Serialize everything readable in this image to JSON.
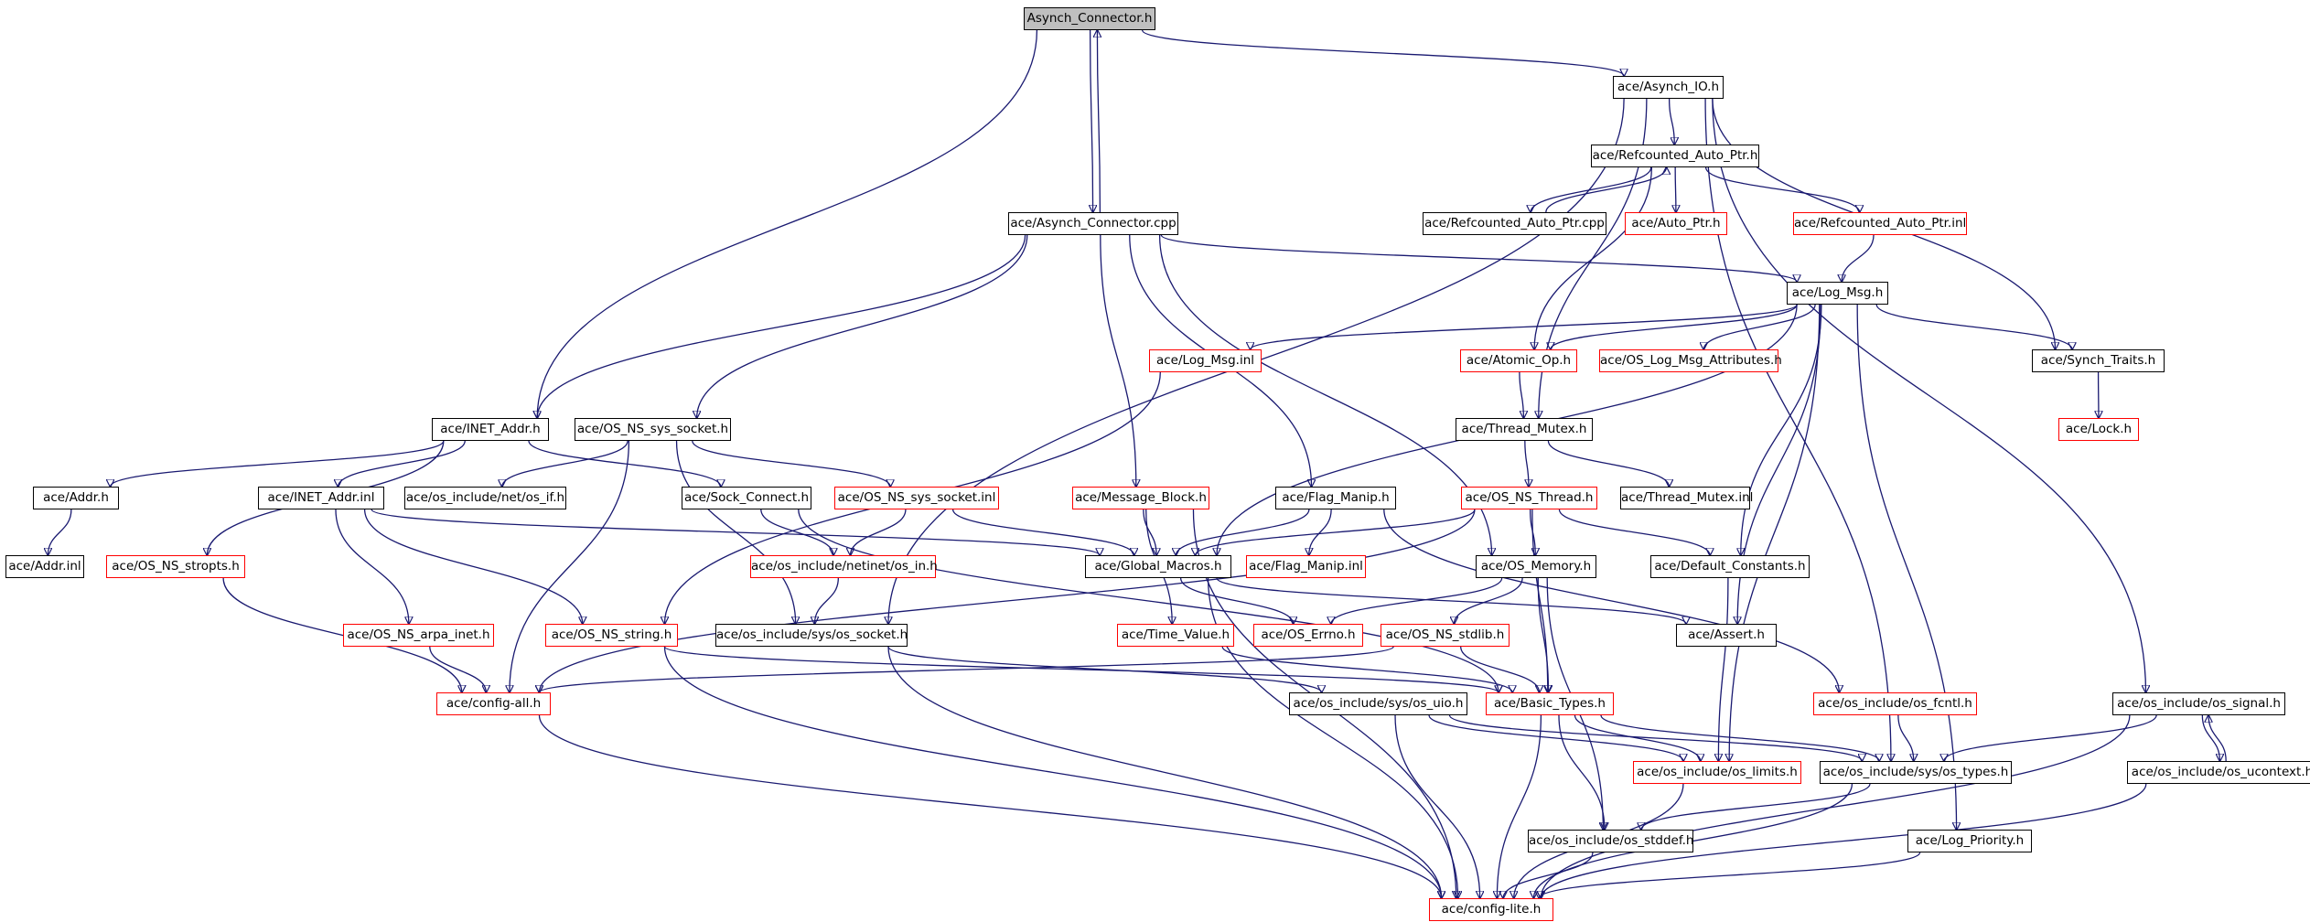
{
  "diagram": {
    "edge_color": "#191970",
    "node_border_normal": "#000000",
    "node_border_external": "#ff0000",
    "root_fill": "#bfbfbf",
    "nodes": [
      {
        "id": "asynch_connector_h",
        "label": "Asynch_Connector.h",
        "style": "root"
      },
      {
        "id": "asynch_io_h",
        "label": "ace/Asynch_IO.h",
        "style": "normal"
      },
      {
        "id": "asynch_connector_cpp",
        "label": "ace/Asynch_Connector.cpp",
        "style": "normal"
      },
      {
        "id": "refcounted_auto_ptr_h",
        "label": "ace/Refcounted_Auto_Ptr.h",
        "style": "normal"
      },
      {
        "id": "refcounted_auto_ptr_cpp",
        "label": "ace/Refcounted_Auto_Ptr.cpp",
        "style": "normal"
      },
      {
        "id": "auto_ptr_h",
        "label": "ace/Auto_Ptr.h",
        "style": "red"
      },
      {
        "id": "refcounted_auto_ptr_inl",
        "label": "ace/Refcounted_Auto_Ptr.inl",
        "style": "red"
      },
      {
        "id": "log_msg_h",
        "label": "ace/Log_Msg.h",
        "style": "normal"
      },
      {
        "id": "log_msg_inl",
        "label": "ace/Log_Msg.inl",
        "style": "red"
      },
      {
        "id": "atomic_op_h",
        "label": "ace/Atomic_Op.h",
        "style": "red"
      },
      {
        "id": "os_log_msg_attributes_h",
        "label": "ace/OS_Log_Msg_Attributes.h",
        "style": "red"
      },
      {
        "id": "synch_traits_h",
        "label": "ace/Synch_Traits.h",
        "style": "normal"
      },
      {
        "id": "lock_h",
        "label": "ace/Lock.h",
        "style": "red"
      },
      {
        "id": "inet_addr_h",
        "label": "ace/INET_Addr.h",
        "style": "normal"
      },
      {
        "id": "os_ns_sys_socket_h",
        "label": "ace/OS_NS_sys_socket.h",
        "style": "normal"
      },
      {
        "id": "thread_mutex_h",
        "label": "ace/Thread_Mutex.h",
        "style": "normal"
      },
      {
        "id": "addr_h",
        "label": "ace/Addr.h",
        "style": "normal"
      },
      {
        "id": "inet_addr_inl",
        "label": "ace/INET_Addr.inl",
        "style": "normal"
      },
      {
        "id": "os_if_h",
        "label": "ace/os_include/net/os_if.h",
        "style": "normal"
      },
      {
        "id": "sock_connect_h",
        "label": "ace/Sock_Connect.h",
        "style": "normal"
      },
      {
        "id": "os_ns_sys_socket_inl",
        "label": "ace/OS_NS_sys_socket.inl",
        "style": "red"
      },
      {
        "id": "message_block_h",
        "label": "ace/Message_Block.h",
        "style": "red"
      },
      {
        "id": "flag_manip_h",
        "label": "ace/Flag_Manip.h",
        "style": "normal"
      },
      {
        "id": "os_ns_thread_h",
        "label": "ace/OS_NS_Thread.h",
        "style": "red"
      },
      {
        "id": "thread_mutex_inl",
        "label": "ace/Thread_Mutex.inl",
        "style": "normal"
      },
      {
        "id": "addr_inl",
        "label": "ace/Addr.inl",
        "style": "normal"
      },
      {
        "id": "os_ns_stropts_h",
        "label": "ace/OS_NS_stropts.h",
        "style": "red"
      },
      {
        "id": "os_in_h",
        "label": "ace/os_include/netinet/os_in.h",
        "style": "red"
      },
      {
        "id": "global_macros_h",
        "label": "ace/Global_Macros.h",
        "style": "normal"
      },
      {
        "id": "flag_manip_inl",
        "label": "ace/Flag_Manip.inl",
        "style": "red"
      },
      {
        "id": "os_memory_h",
        "label": "ace/OS_Memory.h",
        "style": "normal"
      },
      {
        "id": "default_constants_h",
        "label": "ace/Default_Constants.h",
        "style": "normal"
      },
      {
        "id": "os_ns_arpa_inet_h",
        "label": "ace/OS_NS_arpa_inet.h",
        "style": "red"
      },
      {
        "id": "os_ns_string_h",
        "label": "ace/OS_NS_string.h",
        "style": "red"
      },
      {
        "id": "os_socket_h",
        "label": "ace/os_include/sys/os_socket.h",
        "style": "normal"
      },
      {
        "id": "time_value_h",
        "label": "ace/Time_Value.h",
        "style": "red"
      },
      {
        "id": "os_errno_h",
        "label": "ace/OS_Errno.h",
        "style": "red"
      },
      {
        "id": "os_ns_stdlib_h",
        "label": "ace/OS_NS_stdlib.h",
        "style": "red"
      },
      {
        "id": "assert_h",
        "label": "ace/Assert.h",
        "style": "normal"
      },
      {
        "id": "os_fcntl_h",
        "label": "ace/os_include/os_fcntl.h",
        "style": "red"
      },
      {
        "id": "config_all_h",
        "label": "ace/config-all.h",
        "style": "red"
      },
      {
        "id": "os_uio_h",
        "label": "ace/os_include/sys/os_uio.h",
        "style": "normal"
      },
      {
        "id": "basic_types_h",
        "label": "ace/Basic_Types.h",
        "style": "red"
      },
      {
        "id": "os_signal_h",
        "label": "ace/os_include/os_signal.h",
        "style": "normal"
      },
      {
        "id": "os_limits_h",
        "label": "ace/os_include/os_limits.h",
        "style": "red"
      },
      {
        "id": "os_types_h",
        "label": "ace/os_include/sys/os_types.h",
        "style": "normal"
      },
      {
        "id": "os_ucontext_h",
        "label": "ace/os_include/os_ucontext.h",
        "style": "normal"
      },
      {
        "id": "os_stddef_h",
        "label": "ace/os_include/os_stddef.h",
        "style": "normal"
      },
      {
        "id": "log_priority_h",
        "label": "ace/Log_Priority.h",
        "style": "normal"
      },
      {
        "id": "config_lite_h",
        "label": "ace/config-lite.h",
        "style": "red"
      }
    ],
    "edges": [
      [
        "asynch_connector_h",
        "asynch_io_h"
      ],
      [
        "asynch_connector_h",
        "asynch_connector_cpp"
      ],
      [
        "asynch_connector_cpp",
        "asynch_connector_h"
      ],
      [
        "asynch_connector_h",
        "inet_addr_h"
      ],
      [
        "asynch_io_h",
        "refcounted_auto_ptr_h"
      ],
      [
        "asynch_io_h",
        "synch_traits_h"
      ],
      [
        "asynch_io_h",
        "os_signal_h"
      ],
      [
        "asynch_io_h",
        "thread_mutex_h"
      ],
      [
        "asynch_io_h",
        "os_socket_h"
      ],
      [
        "asynch_io_h",
        "os_types_h"
      ],
      [
        "refcounted_auto_ptr_h",
        "refcounted_auto_ptr_cpp"
      ],
      [
        "refcounted_auto_ptr_cpp",
        "refcounted_auto_ptr_h"
      ],
      [
        "refcounted_auto_ptr_h",
        "auto_ptr_h"
      ],
      [
        "refcounted_auto_ptr_h",
        "refcounted_auto_ptr_inl"
      ],
      [
        "refcounted_auto_ptr_h",
        "atomic_op_h"
      ],
      [
        "refcounted_auto_ptr_inl",
        "log_msg_h"
      ],
      [
        "asynch_connector_cpp",
        "log_msg_h"
      ],
      [
        "asynch_connector_cpp",
        "inet_addr_h"
      ],
      [
        "asynch_connector_cpp",
        "os_ns_sys_socket_h"
      ],
      [
        "asynch_connector_cpp",
        "message_block_h"
      ],
      [
        "asynch_connector_cpp",
        "flag_manip_h"
      ],
      [
        "asynch_connector_cpp",
        "os_memory_h"
      ],
      [
        "log_msg_h",
        "log_msg_inl"
      ],
      [
        "log_msg_h",
        "atomic_op_h"
      ],
      [
        "log_msg_h",
        "os_log_msg_attributes_h"
      ],
      [
        "log_msg_h",
        "synch_traits_h"
      ],
      [
        "log_msg_h",
        "global_macros_h"
      ],
      [
        "log_msg_h",
        "default_constants_h"
      ],
      [
        "log_msg_h",
        "assert_h"
      ],
      [
        "log_msg_h",
        "os_limits_h"
      ],
      [
        "log_msg_h",
        "log_priority_h"
      ],
      [
        "log_msg_inl",
        "os_ns_string_h"
      ],
      [
        "synch_traits_h",
        "lock_h"
      ],
      [
        "atomic_op_h",
        "thread_mutex_h"
      ],
      [
        "thread_mutex_h",
        "os_ns_thread_h"
      ],
      [
        "thread_mutex_h",
        "thread_mutex_inl"
      ],
      [
        "inet_addr_h",
        "addr_h"
      ],
      [
        "inet_addr_h",
        "inet_addr_inl"
      ],
      [
        "inet_addr_h",
        "sock_connect_h"
      ],
      [
        "inet_addr_h",
        "os_ns_stropts_h"
      ],
      [
        "os_ns_sys_socket_h",
        "os_if_h"
      ],
      [
        "os_ns_sys_socket_h",
        "os_ns_sys_socket_inl"
      ],
      [
        "os_ns_sys_socket_h",
        "os_socket_h"
      ],
      [
        "os_ns_sys_socket_h",
        "config_all_h"
      ],
      [
        "addr_h",
        "addr_inl"
      ],
      [
        "inet_addr_inl",
        "global_macros_h"
      ],
      [
        "inet_addr_inl",
        "os_ns_arpa_inet_h"
      ],
      [
        "inet_addr_inl",
        "os_ns_string_h"
      ],
      [
        "sock_connect_h",
        "os_in_h"
      ],
      [
        "sock_connect_h",
        "basic_types_h"
      ],
      [
        "os_ns_sys_socket_inl",
        "os_in_h"
      ],
      [
        "os_ns_sys_socket_inl",
        "global_macros_h"
      ],
      [
        "message_block_h",
        "global_macros_h"
      ],
      [
        "message_block_h",
        "time_value_h"
      ],
      [
        "message_block_h",
        "config_lite_h"
      ],
      [
        "flag_manip_h",
        "global_macros_h"
      ],
      [
        "flag_manip_h",
        "flag_manip_inl"
      ],
      [
        "flag_manip_h",
        "os_fcntl_h"
      ],
      [
        "os_ns_thread_h",
        "global_macros_h"
      ],
      [
        "os_ns_thread_h",
        "os_memory_h"
      ],
      [
        "os_ns_thread_h",
        "default_constants_h"
      ],
      [
        "os_ns_thread_h",
        "basic_types_h"
      ],
      [
        "os_ns_thread_h",
        "config_all_h"
      ],
      [
        "os_in_h",
        "os_socket_h"
      ],
      [
        "global_macros_h",
        "os_errno_h"
      ],
      [
        "global_macros_h",
        "assert_h"
      ],
      [
        "global_macros_h",
        "config_lite_h"
      ],
      [
        "os_memory_h",
        "os_errno_h"
      ],
      [
        "os_memory_h",
        "os_ns_stdlib_h"
      ],
      [
        "os_memory_h",
        "basic_types_h"
      ],
      [
        "os_memory_h",
        "os_stddef_h"
      ],
      [
        "default_constants_h",
        "os_limits_h"
      ],
      [
        "os_ns_arpa_inet_h",
        "config_all_h"
      ],
      [
        "os_ns_stropts_h",
        "config_all_h"
      ],
      [
        "os_ns_string_h",
        "basic_types_h"
      ],
      [
        "os_ns_string_h",
        "config_lite_h"
      ],
      [
        "os_socket_h",
        "os_uio_h"
      ],
      [
        "os_socket_h",
        "config_lite_h"
      ],
      [
        "time_value_h",
        "basic_types_h"
      ],
      [
        "os_ns_stdlib_h",
        "basic_types_h"
      ],
      [
        "os_ns_stdlib_h",
        "config_all_h"
      ],
      [
        "os_fcntl_h",
        "os_types_h"
      ],
      [
        "config_all_h",
        "config_lite_h"
      ],
      [
        "os_uio_h",
        "os_types_h"
      ],
      [
        "os_uio_h",
        "os_limits_h"
      ],
      [
        "os_uio_h",
        "config_lite_h"
      ],
      [
        "basic_types_h",
        "os_limits_h"
      ],
      [
        "basic_types_h",
        "os_types_h"
      ],
      [
        "basic_types_h",
        "os_stddef_h"
      ],
      [
        "basic_types_h",
        "config_lite_h"
      ],
      [
        "os_signal_h",
        "os_types_h"
      ],
      [
        "os_signal_h",
        "os_ucontext_h"
      ],
      [
        "os_ucontext_h",
        "os_signal_h"
      ],
      [
        "os_signal_h",
        "config_lite_h"
      ],
      [
        "os_ucontext_h",
        "config_lite_h"
      ],
      [
        "os_limits_h",
        "config_lite_h"
      ],
      [
        "os_types_h",
        "os_stddef_h"
      ],
      [
        "os_types_h",
        "config_lite_h"
      ],
      [
        "os_stddef_h",
        "config_lite_h"
      ],
      [
        "log_priority_h",
        "config_lite_h"
      ]
    ]
  }
}
